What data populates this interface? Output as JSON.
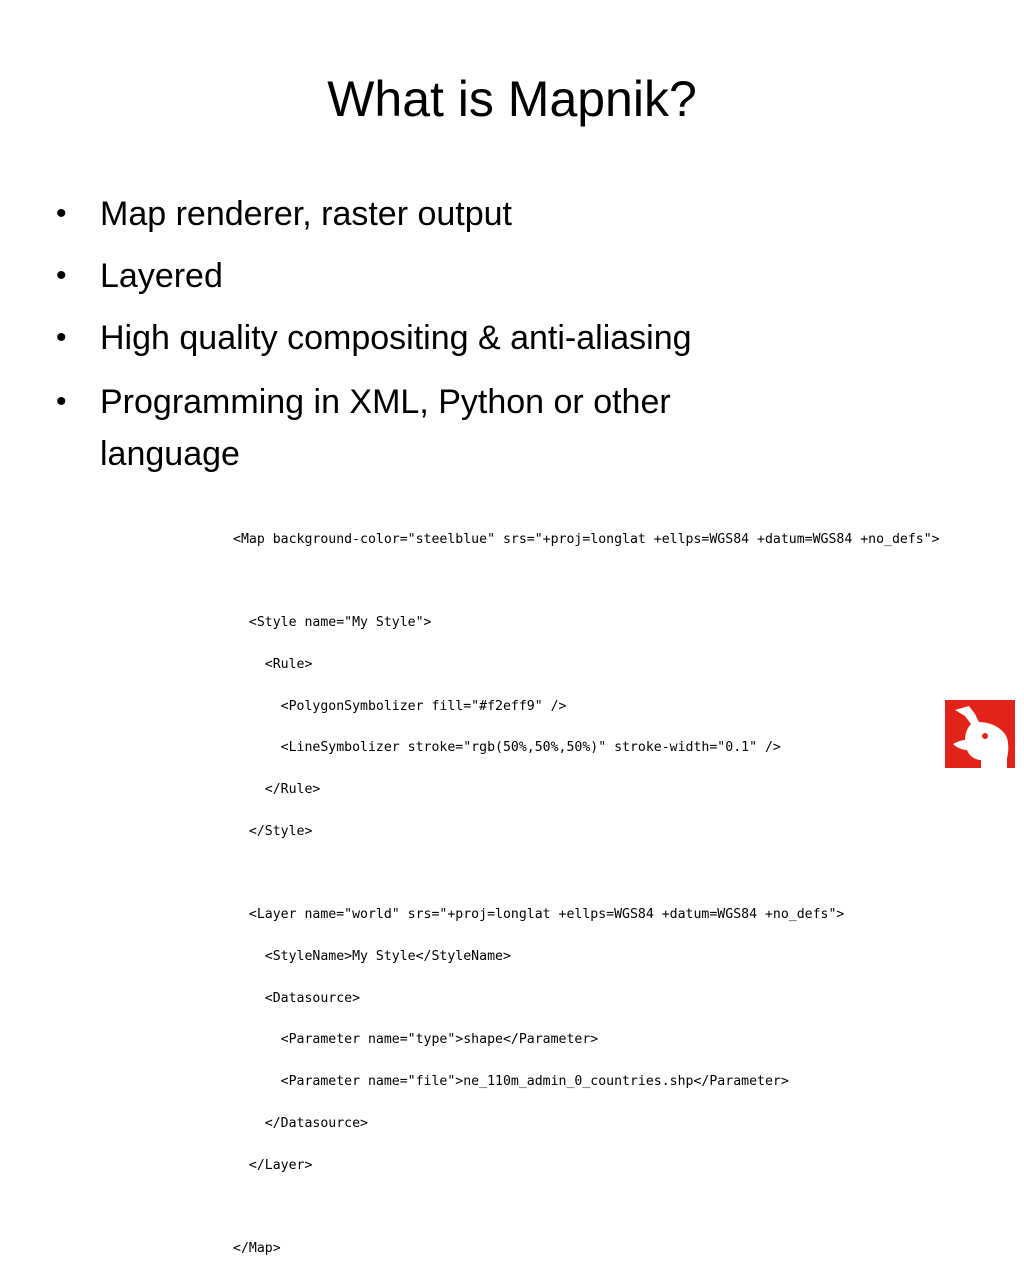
{
  "slide": {
    "title": "What is Mapnik?",
    "bullets": [
      "Map renderer, raster output",
      "Layered",
      "High quality compositing & anti-aliasing",
      "Programming in XML, Python or other language"
    ],
    "bullet_glyph": "•",
    "code_lines": [
      "<Map background-color=\"steelblue\" srs=\"+proj=longlat +ellps=WGS84 +datum=WGS84 +no_defs\">",
      "",
      "  <Style name=\"My Style\">",
      "    <Rule>",
      "      <PolygonSymbolizer fill=\"#f2eff9\" />",
      "      <LineSymbolizer stroke=\"rgb(50%,50%,50%)\" stroke-width=\"0.1\" />",
      "    </Rule>",
      "  </Style>",
      "",
      "  <Layer name=\"world\" srs=\"+proj=longlat +ellps=WGS84 +datum=WGS84 +no_defs\">",
      "    <StyleName>My Style</StyleName>",
      "    <Datasource>",
      "      <Parameter name=\"type\">shape</Parameter>",
      "      <Parameter name=\"file\">ne_110m_admin_0_countries.shp</Parameter>",
      "    </Datasource>",
      "  </Layer>",
      "",
      "</Map>"
    ],
    "logo": {
      "icon": "mapnik-bird-logo-icon",
      "background_color": "#e2231a",
      "foreground_color": "#ffffff"
    }
  }
}
